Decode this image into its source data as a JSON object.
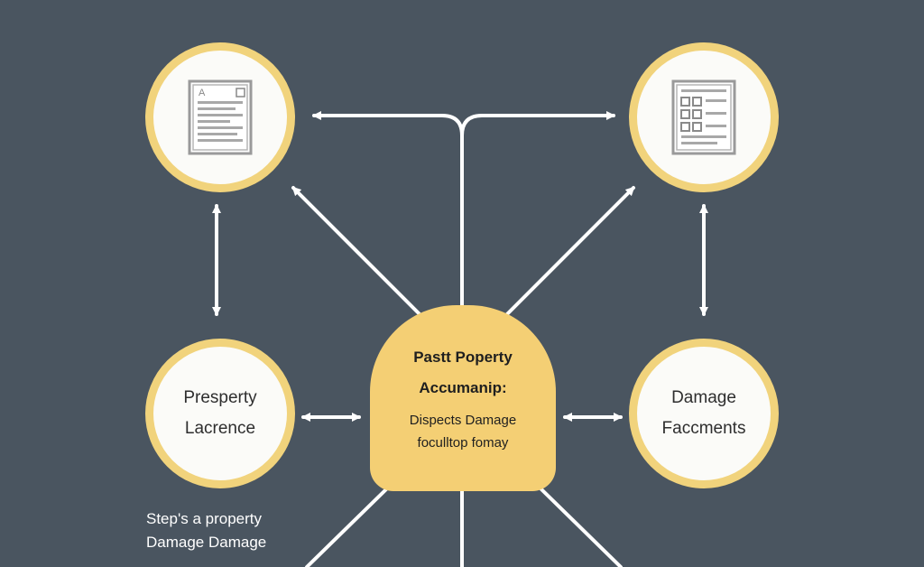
{
  "nodes": {
    "top_left": {
      "icon": "document-text-icon"
    },
    "top_right": {
      "icon": "document-grid-icon"
    },
    "middle_left": {
      "line1": "Presperty",
      "line2": "Lacrence"
    },
    "middle_right": {
      "line1": "Damage",
      "line2": "Faccments"
    },
    "center": {
      "title1": "Pastt Poperty",
      "title2": "Accumanip:",
      "desc1": "Dispects Damage",
      "desc2": "foculltop fomay"
    }
  },
  "caption": {
    "line1": "Step's a property",
    "line2": "Damage Damage"
  },
  "colors": {
    "background": "#4a5560",
    "accent": "#f4cf74",
    "ring": "#f1d37c",
    "connector": "#ffffff"
  }
}
